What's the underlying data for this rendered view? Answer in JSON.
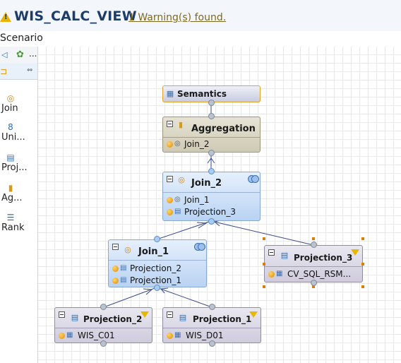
{
  "header": {
    "title": "WIS_CALC_VIEW",
    "warning": "1 Warning(s) found."
  },
  "scenario_label": "Scenario",
  "palette": {
    "toolbar_more": "...",
    "items": [
      {
        "label": "Join",
        "icon": "join-icon"
      },
      {
        "label": "Uni...",
        "icon": "union-icon"
      },
      {
        "label": "Proj...",
        "icon": "projection-icon"
      },
      {
        "label": "Ag...",
        "icon": "aggregation-icon"
      },
      {
        "label": "Rank",
        "icon": "rank-icon"
      }
    ]
  },
  "nodes": {
    "semantics": {
      "title": "Semantics"
    },
    "aggregation": {
      "title": "Aggregation",
      "inputs": [
        "Join_2"
      ]
    },
    "join_2": {
      "title": "Join_2",
      "inputs": [
        "Join_1",
        "Projection_3"
      ]
    },
    "join_1": {
      "title": "Join_1",
      "inputs": [
        "Projection_2",
        "Projection_1"
      ]
    },
    "projection_3": {
      "title": "Projection_3",
      "inputs": [
        "CV_SQL_RSM..."
      ]
    },
    "projection_2": {
      "title": "Projection_2",
      "inputs": [
        "WIS_C01"
      ]
    },
    "projection_1": {
      "title": "Projection_1",
      "inputs": [
        "WIS_D01"
      ]
    }
  },
  "colors": {
    "title": "#1d3d68",
    "warning_link": "#7d6a1d",
    "node_blue": "#b9d3f3",
    "node_selected_border": "#e07c00",
    "edge": "#3a4a8a"
  }
}
